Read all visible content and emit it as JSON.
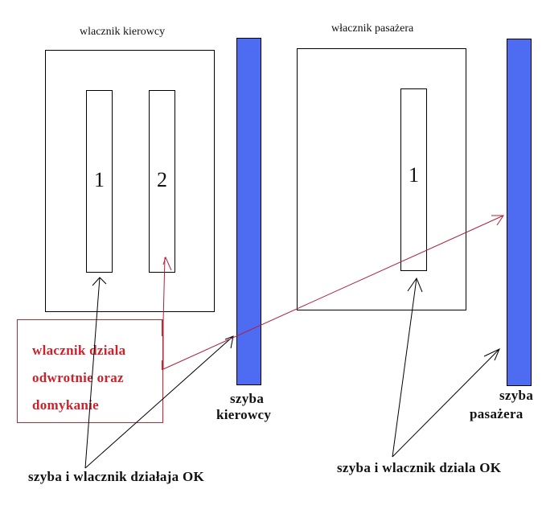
{
  "colors": {
    "glass": "#4d6cf2",
    "note": "#d0202a",
    "red_arrow": "#b0203a",
    "line": "#000000"
  },
  "driver_switch": {
    "title": "wlacznik kierowcy",
    "slots": [
      {
        "label": "1"
      },
      {
        "label": "2"
      }
    ]
  },
  "passenger_switch": {
    "title": "włacznik pasażera",
    "slots": [
      {
        "label": "1"
      }
    ]
  },
  "driver_window": {
    "label_line1": "szyba",
    "label_line2": "kierowcy"
  },
  "passenger_window": {
    "label_line1": "szyba",
    "label_line2": "pasażera"
  },
  "note": {
    "lines": [
      "wlacznik dziala",
      "odwrotnie oraz",
      "domykanie"
    ]
  },
  "captions": {
    "driver_ok": "szyba i wlacznik działaja OK",
    "passenger_ok": "szyba i wlacznik dziala OK"
  }
}
